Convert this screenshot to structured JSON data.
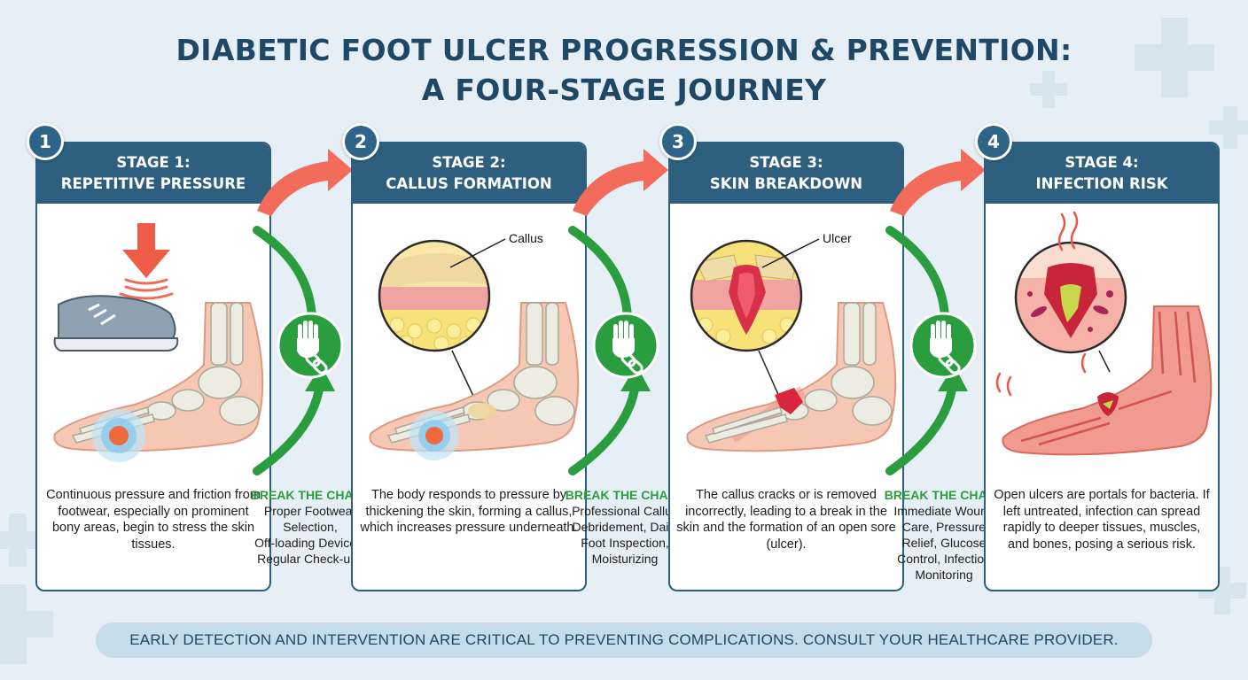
{
  "title": {
    "line1": "DIABETIC FOOT ULCER PROGRESSION & PREVENTION:",
    "line2": "A FOUR-STAGE JOURNEY"
  },
  "stages": [
    {
      "number": "1",
      "header_line1": "STAGE 1:",
      "header_line2": "REPETITIVE PRESSURE",
      "description": "Continuous pressure and friction from footwear, especially on prominent bony areas, begin to stress the skin tissues."
    },
    {
      "number": "2",
      "header_line1": "STAGE 2:",
      "header_line2": "CALLUS FORMATION",
      "callout_label": "Callus",
      "description": "The body responds to pressure by thickening the skin, forming a callus, which increases pressure underneath."
    },
    {
      "number": "3",
      "header_line1": "STAGE 3:",
      "header_line2": "SKIN BREAKDOWN",
      "callout_label": "Ulcer",
      "description": "The callus cracks or is removed incorrectly, leading to a break in the skin and the formation of an open sore (ulcer)."
    },
    {
      "number": "4",
      "header_line1": "STAGE 4:",
      "header_line2": "INFECTION RISK",
      "description": "Open ulcers are portals for bacteria. If left untreated, infection can spread rapidly to deeper tissues, muscles, and bones, posing a serious risk."
    }
  ],
  "break_the_chain": [
    {
      "title": "BREAK THE CHAIN:",
      "items": [
        "Proper Footwear",
        "Selection,",
        "Off-loading Devices,",
        "Regular Check-ups"
      ]
    },
    {
      "title": "BREAK THE CHAIN:",
      "items": [
        "Professional Callus",
        "Debridement, Daily",
        "Foot Inspection,",
        "Moisturizing"
      ]
    },
    {
      "title": "BREAK THE CHAIN:",
      "items": [
        "Immediate Wound",
        "Care, Pressure",
        "Relief, Glucose",
        "Control, Infection",
        "Monitoring"
      ]
    }
  ],
  "footer": "EARLY DETECTION AND INTERVENTION ARE CRITICAL TO PREVENTING COMPLICATIONS. CONSULT YOUR HEALTHCARE PROVIDER.",
  "colors": {
    "header_blue": "#2e5f7f",
    "title_blue": "#1f4766",
    "chain_green": "#2a9d3e",
    "progress_arrow_red": "#f26b5b",
    "footer_bg": "#c5dcea"
  },
  "icons": [
    "down-arrow-icon",
    "sneaker-icon",
    "hand-stop-icon",
    "chain-link-icon",
    "curved-arrow-icon"
  ]
}
